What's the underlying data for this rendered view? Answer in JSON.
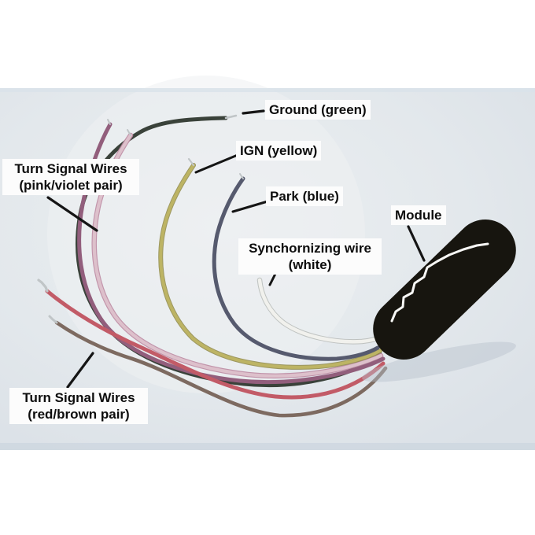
{
  "photo": {
    "background_color": "#e4e8ec",
    "highlight_color": "#edf0f3",
    "edge_tint_color": "#ccd6df",
    "margin_color": "#ffffff"
  },
  "module": {
    "label": "Module",
    "body_color": "#17150f",
    "highlight_color": "#f7f7f5",
    "shadow_color": "#b9c2cb"
  },
  "annotation": {
    "line_color": "#151515",
    "box_color": "#fcfcfc",
    "text_color": "#0d0d0d"
  },
  "labels": {
    "ground": {
      "text": "Ground (green)"
    },
    "ign": {
      "text": "IGN (yellow)"
    },
    "park": {
      "text": "Park (blue)"
    },
    "sync": {
      "line1": "Synchornizing wire",
      "line2": "(white)"
    },
    "turn_pink_violet": {
      "line1": "Turn Signal Wires",
      "line2": "(pink/violet pair)"
    },
    "turn_red_brown": {
      "line1": "Turn Signal Wires",
      "line2": "(red/brown pair)"
    },
    "module": {
      "text": "Module"
    }
  },
  "wires": [
    {
      "name": "ground-green",
      "color": "#3a423a"
    },
    {
      "name": "ign-yellow",
      "color": "#bdb464",
      "outline": "#8e8746"
    },
    {
      "name": "park-blue",
      "color": "#565a6e"
    },
    {
      "name": "sync-white",
      "color": "#f1f1ed",
      "outline": "#b9bdba"
    },
    {
      "name": "turn-pink",
      "color": "#ddc0cb",
      "outline": "#bd8aa2"
    },
    {
      "name": "turn-violet",
      "color": "#925e7c"
    },
    {
      "name": "turn-red",
      "color": "#c25b67"
    },
    {
      "name": "turn-brown",
      "color": "#7d6a60"
    }
  ],
  "bare_tip_color": "#c0c5c7"
}
